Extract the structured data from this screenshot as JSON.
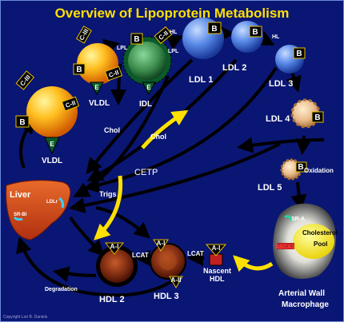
{
  "title": "Overview of Lipoprotein Metabolism",
  "particles": {
    "vldl_left": "VLDL",
    "vldl_top": "VLDL",
    "idl": "IDL",
    "ldl1": "LDL 1",
    "ldl2": "LDL 2",
    "ldl3": "LDL 3",
    "ldl4": "LDL 4",
    "ldl5": "LDL 5",
    "hdl2": "HDL 2",
    "hdl3": "HDL 3",
    "nascent_hdl_line1": "Nascent",
    "nascent_hdl_line2": "HDL"
  },
  "apo": {
    "b": "B",
    "e": "E",
    "c2": "C-II",
    "c3": "C-III",
    "a1": "A-I",
    "a2": "A-II"
  },
  "labels": {
    "lpl_top": "LPL",
    "lpl_idl": "LPL",
    "hl_idl": "HL",
    "hl_ldl": "HL",
    "chol_left": "Chol",
    "chol_right": "Chol",
    "cetp": "CETP",
    "trigs": "Trigs",
    "lcat_left": "LCAT",
    "lcat_right": "LCAT",
    "degradation": "Degradation",
    "oxidation": "Oxidation",
    "liver": "Liver",
    "ldlr": "LDLr",
    "srbi": "SR-BI",
    "sra": "SR-A",
    "abca1": "ABCA1",
    "cholesterol_pool_line1": "Cholesterol",
    "cholesterol_pool_line2": "Pool",
    "macrophage_line1": "Arterial Wall",
    "macrophage_line2": "Macrophage",
    "copyright": "Copyright Lori B. Daniels"
  },
  "colors": {
    "background": "#0a1673",
    "title": "#ffe000",
    "arrow_yellow": "#ffe000",
    "arrow_black": "#000000",
    "vldl_orange": "#ffa000",
    "idl_green": "#3a8a4a",
    "ldl_blue": "#5a8ae8",
    "ldl_oxidized": "#e8b888",
    "hdl_dark": "#6a1a0a",
    "liver_red": "#d04a1a"
  }
}
